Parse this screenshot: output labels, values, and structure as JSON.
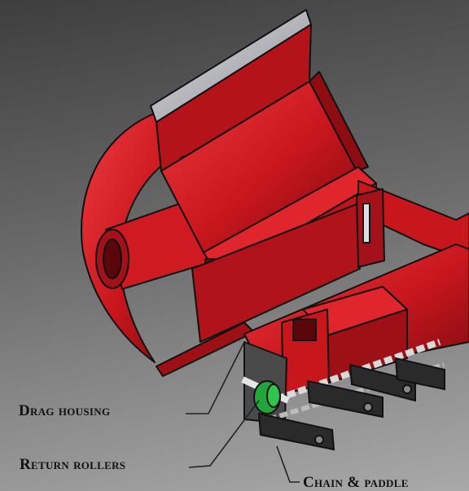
{
  "callouts": {
    "drag_housing": "Drag housing",
    "return_rollers": "Return rollers",
    "chain_paddle": "Chain & paddle"
  },
  "colors": {
    "frame_red": "#c8161d",
    "frame_red_dark": "#6e0a0e",
    "frame_red_light": "#ee3a40",
    "deflector_grey": "#b4b6bc",
    "roller_green": "#22a53a",
    "paddle_dark": "#2a2a2a",
    "outline": "#111111"
  },
  "icons": {
    "drag_housing": "drag-housing-icon",
    "auger": "auger-flighting-icon",
    "return_roller": "return-roller-icon",
    "chain": "chain-icon",
    "paddle": "paddle-icon"
  }
}
